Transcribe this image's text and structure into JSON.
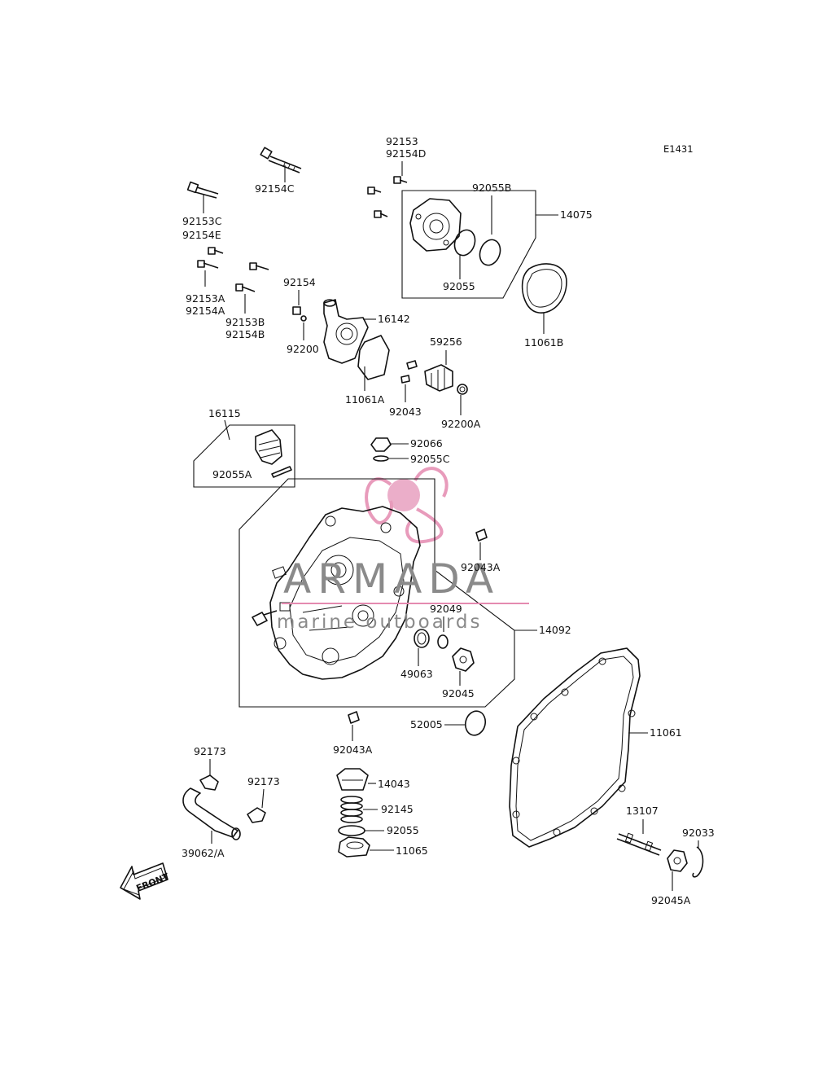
{
  "diagram_ref": "E1431",
  "labels": {
    "l92153": "92153",
    "l92154D": "92154D",
    "l92154C": "92154C",
    "l92153C": "92153C",
    "l92154E": "92154E",
    "l92153A": "92153A",
    "l92154A": "92154A",
    "l92154": "92154",
    "l92153B": "92153B",
    "l92154B": "92154B",
    "l92200": "92200",
    "l16142": "16142",
    "l11061A": "11061A",
    "l92043": "92043",
    "l59256": "59256",
    "l92200A": "92200A",
    "l92055B": "92055B",
    "l14075": "14075",
    "l92055_top": "92055",
    "l11061B": "11061B",
    "l16115": "16115",
    "l92055A": "92055A",
    "l92066": "92066",
    "l92055C": "92055C",
    "l92043A_top": "92043A",
    "l92049": "92049",
    "l14092": "14092",
    "l49063": "49063",
    "l92045": "92045",
    "l52005": "52005",
    "l92043A_bot": "92043A",
    "l11061": "11061",
    "l92173_a": "92173",
    "l92173_b": "92173",
    "l39062A": "39062/A",
    "l14043": "14043",
    "l92145": "92145",
    "l92055_bot": "92055",
    "l11065": "11065",
    "l13107": "13107",
    "l92033": "92033",
    "l92045A": "92045A"
  },
  "front_arrow": "FRONT",
  "watermark": {
    "brand": "ARMADA",
    "sub": "marine outboards",
    "color": "#e48ab0"
  }
}
